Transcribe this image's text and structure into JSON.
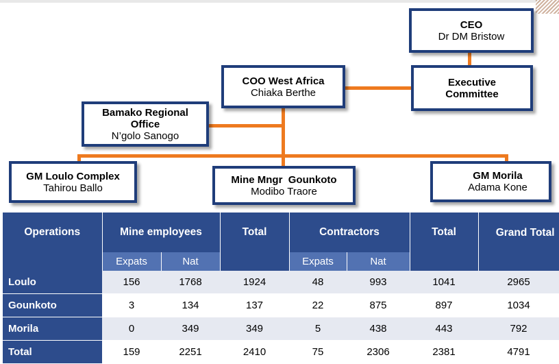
{
  "org": {
    "ceo": {
      "title": "CEO",
      "name": "Dr DM Bristow"
    },
    "exec": {
      "title": "Executive Committee"
    },
    "coo": {
      "title": "COO West Africa",
      "name": "Chiaka Berthe"
    },
    "bamako": {
      "title": "Bamako Regional Office",
      "name": "N’golo Sanogo"
    },
    "loulo": {
      "title": "GM Loulo Complex",
      "name": "Tahirou Ballo"
    },
    "gounkoto": {
      "title": "Mine Mngr  Gounkoto",
      "name": "Modibo Traore"
    },
    "morila": {
      "title": "GM Morila",
      "name": "Adama Kone"
    }
  },
  "table": {
    "headers": [
      "Operations",
      "Mine employees",
      "Total",
      "Contractors",
      "Total",
      "Grand Total"
    ],
    "subheaders": [
      "Expats",
      "Nat",
      "Expats",
      "Nat"
    ],
    "rows": [
      {
        "op": "Loulo",
        "me_expats": "156",
        "me_nat": "1768",
        "me_total": "1924",
        "c_expats": "48",
        "c_nat": "993",
        "c_total": "1041",
        "grand": "2965"
      },
      {
        "op": "Gounkoto",
        "me_expats": "3",
        "me_nat": "134",
        "me_total": "137",
        "c_expats": "22",
        "c_nat": "875",
        "c_total": "897",
        "grand": "1034"
      },
      {
        "op": "Morila",
        "me_expats": "0",
        "me_nat": "349",
        "me_total": "349",
        "c_expats": "5",
        "c_nat": "438",
        "c_total": "443",
        "grand": "792"
      },
      {
        "op": "Total",
        "me_expats": "159",
        "me_nat": "2251",
        "me_total": "2410",
        "c_expats": "75",
        "c_nat": "2306",
        "c_total": "2381",
        "grand": "4791"
      }
    ]
  },
  "colors": {
    "box_border": "#1f3d7a",
    "connector": "#ee7a1f",
    "table_header": "#2d4c8c"
  }
}
